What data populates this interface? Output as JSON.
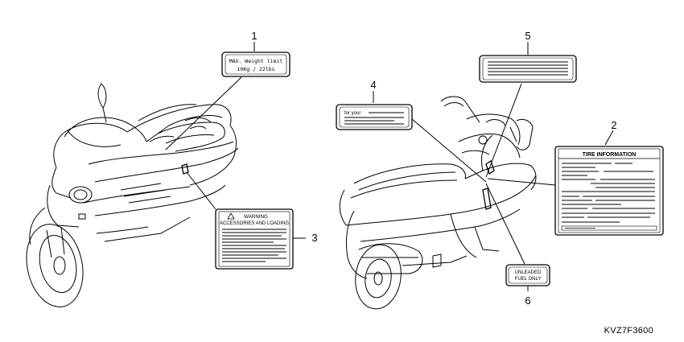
{
  "callouts": {
    "c1": "1",
    "c2": "2",
    "c3": "3",
    "c4": "4",
    "c5": "5",
    "c6": "6"
  },
  "labels": {
    "weight_line1": "MAX. Weight limit",
    "weight_line2": "10Kg / 22lbs",
    "caution_title": "for your",
    "tire_title": "TIRE INFORMATION",
    "warning_title": "WARNING",
    "warning_subtitle": "ACCESSORIES AND LOADING",
    "fuel_line1": "UNLEADED",
    "fuel_line2": "FUEL ONLY"
  },
  "diagram_code": "KVZ7F3600"
}
